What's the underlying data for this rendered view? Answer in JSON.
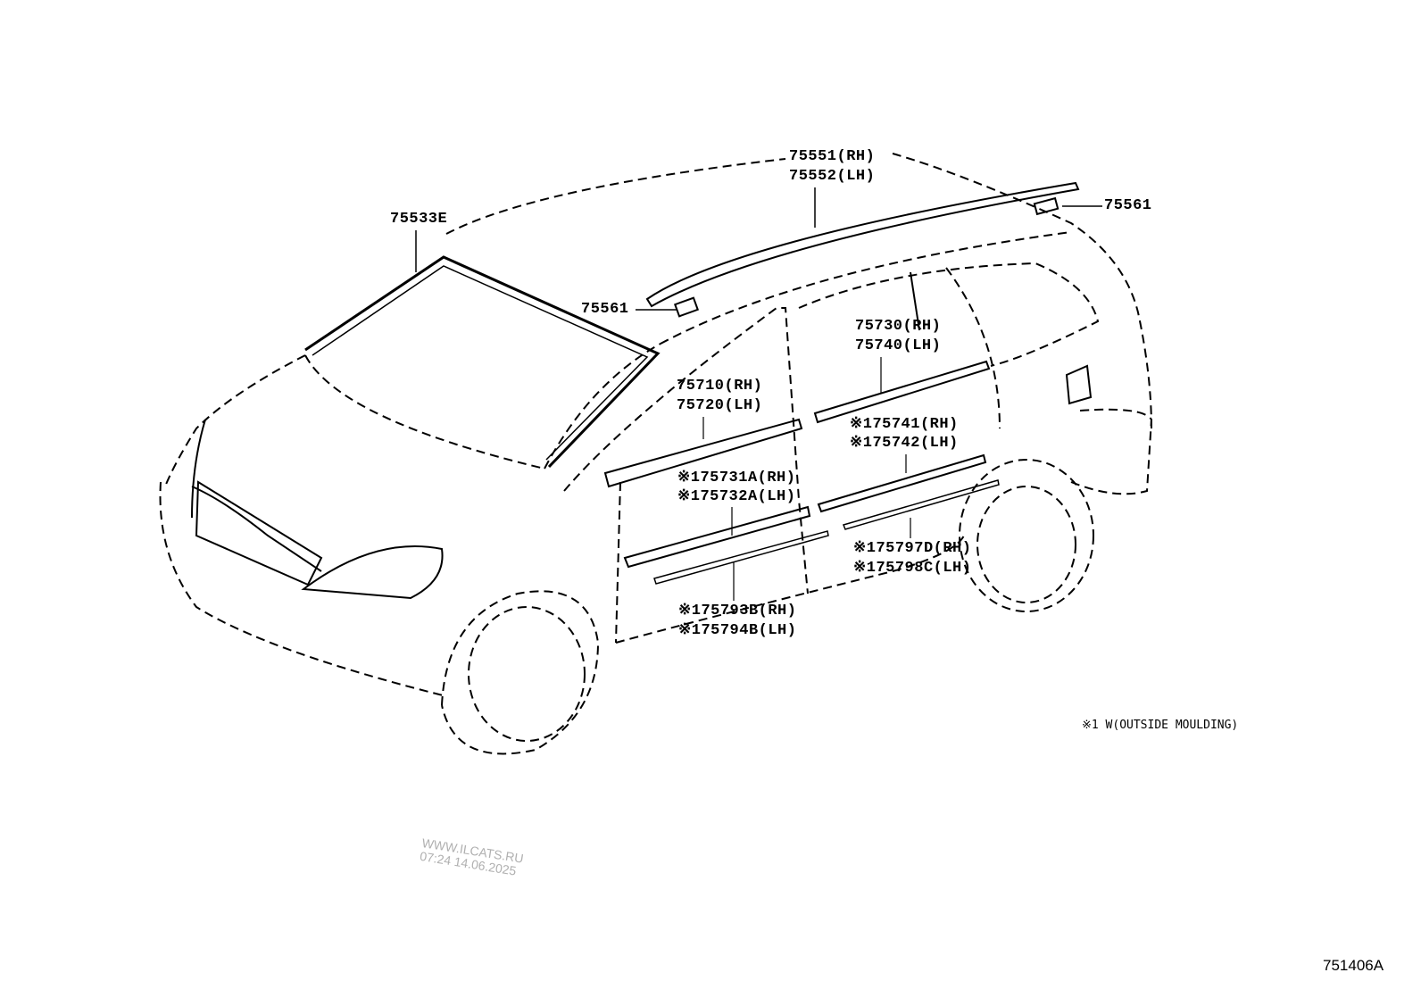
{
  "callouts": {
    "roof_rh": "75551(RH)",
    "roof_lh": "75552(LH)",
    "windshield": "75533E",
    "clip_rear": "75561",
    "clip_front": "75561",
    "rear_belt_rh": "75730(RH)",
    "rear_belt_lh": "75740(LH)",
    "front_belt_rh": "75710(RH)",
    "front_belt_lh": "75720(LH)",
    "rear_door_side_rh": "※175741(RH)",
    "rear_door_side_lh": "※175742(LH)",
    "front_door_side_rh": "※175731A(RH)",
    "front_door_side_lh": "※175732A(LH)",
    "rear_lower_rh": "※175797D(RH)",
    "rear_lower_lh": "※175798C(LH)",
    "front_lower_rh": "※175793B(RH)",
    "front_lower_lh": "※175794B(LH)"
  },
  "note": "※1 W(OUTSIDE MOULDING)",
  "diagram_code": "751406A",
  "watermark": {
    "line1": "WWW.ILCATS.RU",
    "line2": "07:24 14.06.2025"
  }
}
